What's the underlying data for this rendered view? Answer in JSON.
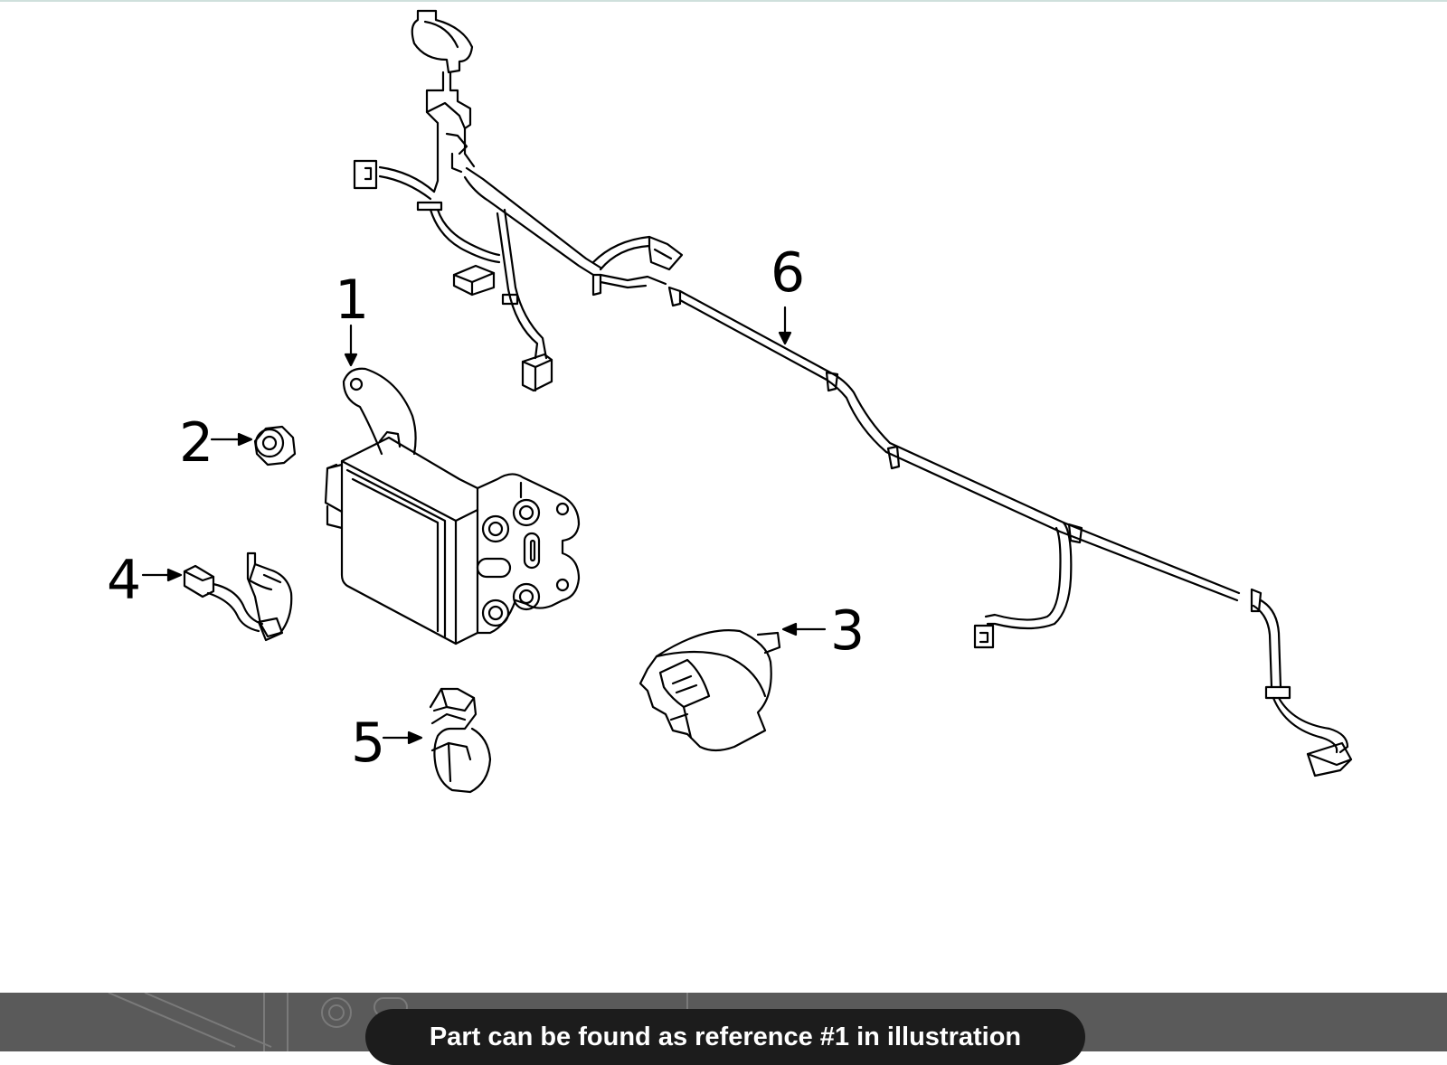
{
  "diagram": {
    "references": {
      "r1": "1",
      "r2": "2",
      "r3": "3",
      "r4": "4",
      "r5": "5",
      "r6": "6"
    }
  },
  "footer": {
    "message": "Part can be found as reference #1 in illustration"
  }
}
